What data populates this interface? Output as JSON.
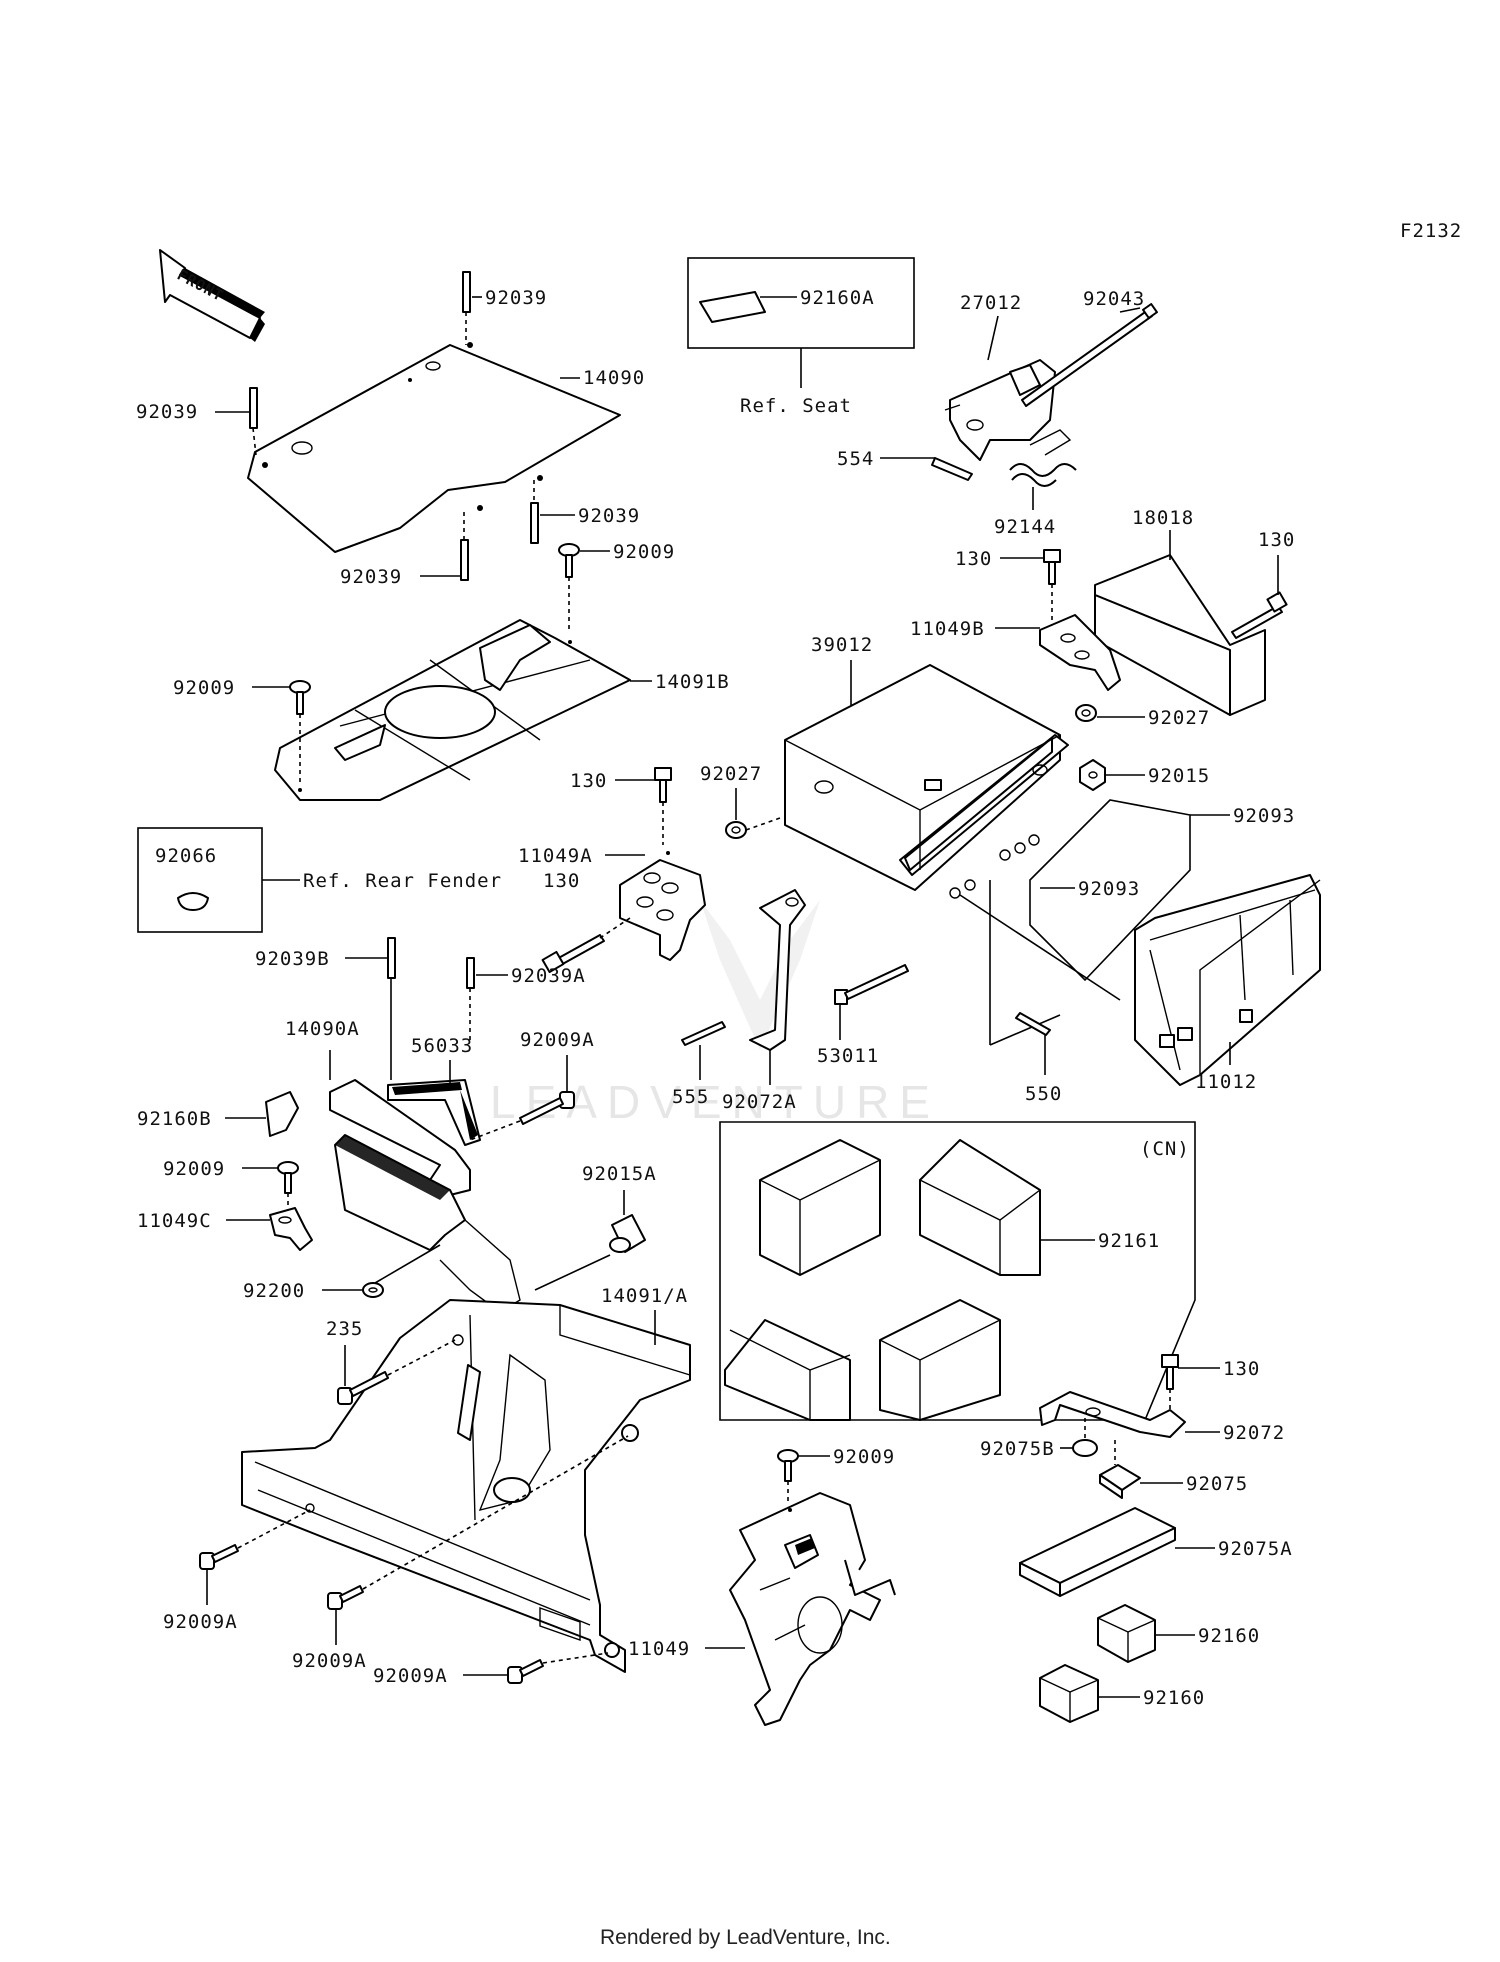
{
  "figure_code": "F2132",
  "front_arrow_label": "FRONT",
  "watermark": "LEADVENTURE",
  "footer": "Rendered by LeadVenture, Inc.",
  "reference_boxes": {
    "seat": {
      "part": "92160A",
      "ref": "Ref. Seat"
    },
    "rear_fender": {
      "part": "92066",
      "ref": "Ref. Rear Fender"
    }
  },
  "cn_box_label": "(CN)",
  "labels": {
    "l_92039_top": "92039",
    "l_14090": "14090",
    "l_92039_left": "92039",
    "l_92039_mid": "92039",
    "l_92039_bot": "92039",
    "l_92009_a": "92009",
    "l_14091B": "14091B",
    "l_92009_b": "92009",
    "l_27012": "27012",
    "l_92043": "92043",
    "l_554": "554",
    "l_92144": "92144",
    "l_130_a": "130",
    "l_18018": "18018",
    "l_130_b": "130",
    "l_11049B": "11049B",
    "l_39012": "39012",
    "l_92027_a": "92027",
    "l_92015": "92015",
    "l_92093_a": "92093",
    "l_92093_b": "92093",
    "l_130_c": "130",
    "l_92027_b": "92027",
    "l_11049A": "11049A",
    "l_130_d": "130",
    "l_92039B": "92039B",
    "l_92039A": "92039A",
    "l_14090A": "14090A",
    "l_56033": "56033",
    "l_92009A_a": "92009A",
    "l_53011": "53011",
    "l_555": "555",
    "l_92072A": "92072A",
    "l_550": "550",
    "l_11012": "11012",
    "l_92160B": "92160B",
    "l_92009_c": "92009",
    "l_11049C": "11049C",
    "l_92015A": "92015A",
    "l_92200": "92200",
    "l_14091A": "14091/A",
    "l_235": "235",
    "l_92161": "92161",
    "l_130_e": "130",
    "l_92072": "92072",
    "l_92075B": "92075B",
    "l_92075": "92075",
    "l_92009_d": "92009",
    "l_92075A": "92075A",
    "l_92009A_b": "92009A",
    "l_92009A_c": "92009A",
    "l_92009A_d": "92009A",
    "l_11049": "11049",
    "l_92160_a": "92160",
    "l_92160_b": "92160"
  }
}
